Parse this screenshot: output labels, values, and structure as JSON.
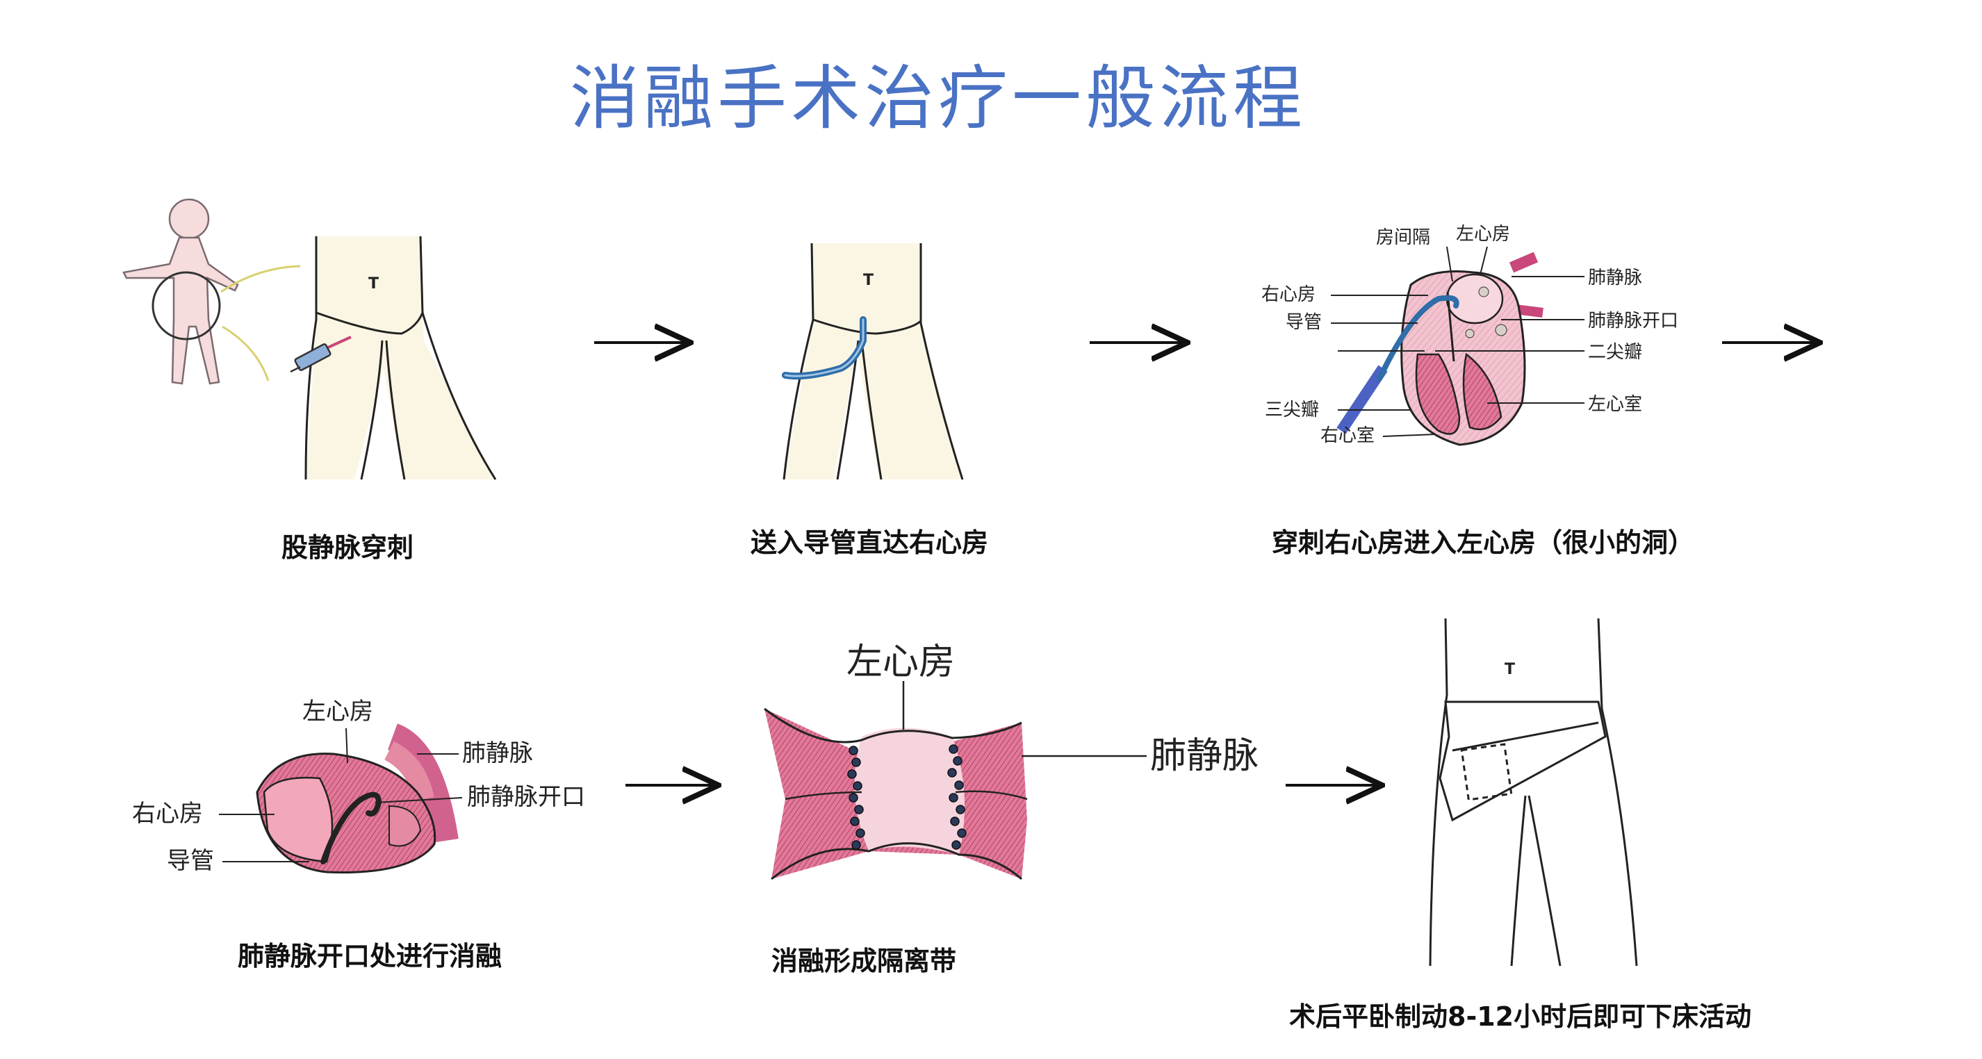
{
  "title": "消融手术治疗一般流程",
  "steps": [
    {
      "caption": "股静脉穿刺"
    },
    {
      "caption": "送入导管直达右心房"
    },
    {
      "caption": "穿刺右心房进入左心房（很小的洞）"
    },
    {
      "caption": "肺静脉开口处进行消融"
    },
    {
      "caption": "消融形成隔离带"
    },
    {
      "caption": "术后平卧制动8-12小时后即可下床活动"
    }
  ],
  "heart1_labels": {
    "septum": "房间隔",
    "la": "左心房",
    "pv": "肺静脉",
    "ra": "右心房",
    "pv_ostium": "肺静脉开口",
    "catheter": "导管",
    "mitral": "二尖瓣",
    "tricuspid": "三尖瓣",
    "lv": "左心室",
    "rv": "右心室"
  },
  "heart2_labels": {
    "la": "左心房",
    "pv": "肺静脉",
    "pv_ostium": "肺静脉开口",
    "ra": "右心房",
    "catheter": "导管"
  },
  "ablation_labels": {
    "la": "左心房",
    "pv": "肺静脉"
  },
  "colors": {
    "title": "#4a72c4",
    "skin": "#f3d9d4",
    "heart": "#e48aa2",
    "heart_dark": "#c04a6e",
    "vein": "#c9477a",
    "catheter": "#2f6ea8",
    "marker": "#2a3a5a"
  }
}
